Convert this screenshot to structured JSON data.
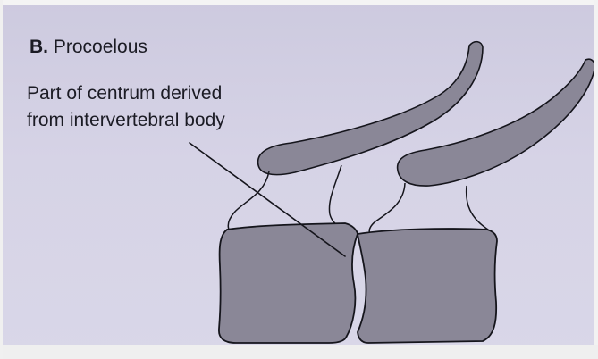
{
  "figure": {
    "heading_letter": "B.",
    "heading_text": "Procoelous",
    "label_line1": "Part of centrum derived",
    "label_line2": "from intervertebral body"
  },
  "colors": {
    "vertebra_fill": "#8a8797",
    "outline": "#15151c",
    "background": "#d6d3e6"
  }
}
